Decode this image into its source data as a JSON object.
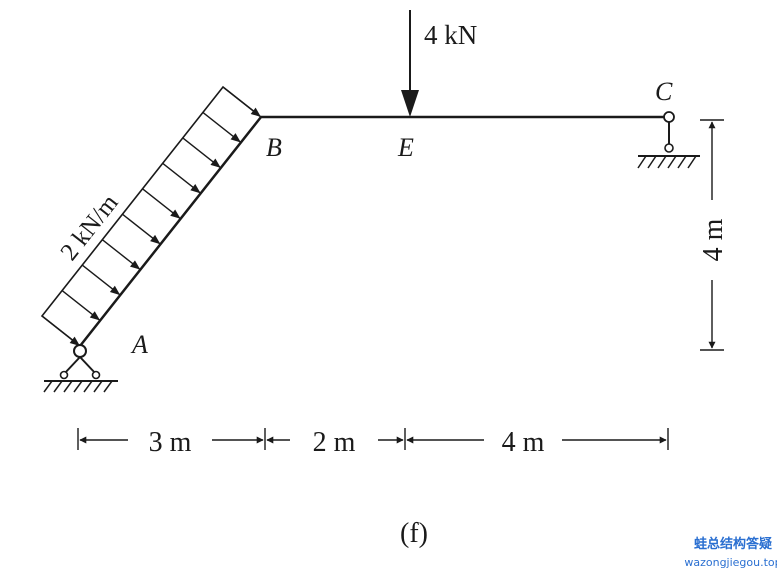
{
  "diagram": {
    "nodes": {
      "A": "A",
      "B": "B",
      "C": "C",
      "E": "E"
    },
    "loads": {
      "point_load": "4 kN",
      "distributed_load": "2 kN/m"
    },
    "dimensions": {
      "span_ab": "3 m",
      "span_be": "2 m",
      "span_ec": "4 m",
      "height": "4 m"
    },
    "caption": "(f)"
  },
  "watermark": {
    "name": "蛙总结构答疑",
    "url": "wazongjiegou.top",
    "color": "#2a6fd1"
  }
}
